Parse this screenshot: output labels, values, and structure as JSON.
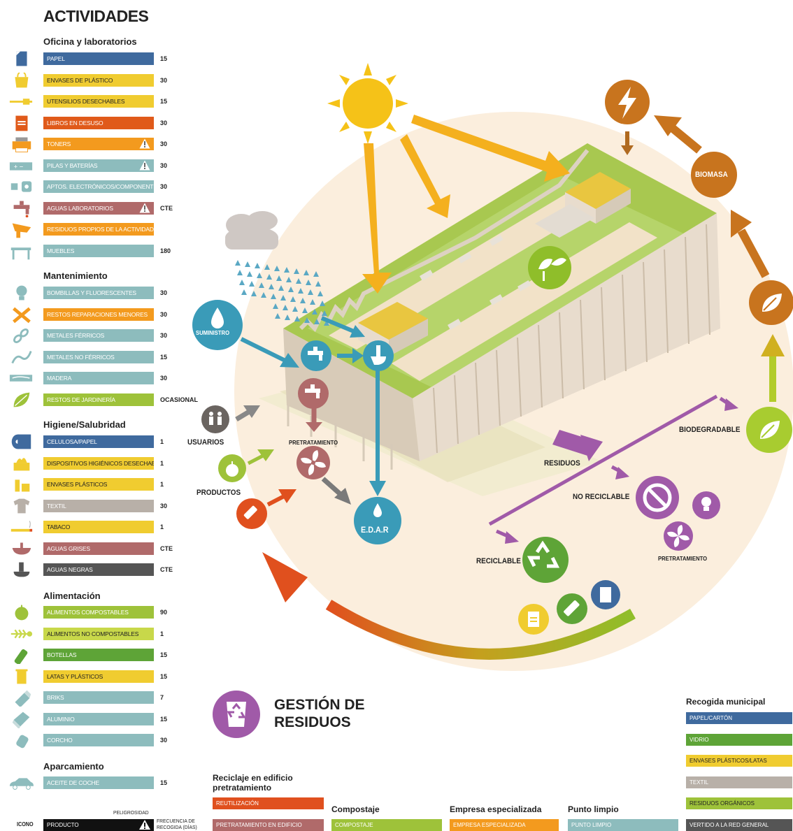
{
  "title": "ACTIVIDADES",
  "sections": [
    {
      "title": "Oficina y laboratorios",
      "items": [
        {
          "icon": "paper-icon",
          "label": "PAPEL",
          "color": "#3f6a9e",
          "value": "15",
          "warn": false
        },
        {
          "icon": "plastic-bag-icon",
          "label": "ENVASES DE PLÁSTICO",
          "color": "#f0cc30",
          "value": "30",
          "warn": false,
          "dark": true
        },
        {
          "icon": "utensils-icon",
          "label": "UTENSILIOS DESECHABLES",
          "color": "#f0cc30",
          "value": "15",
          "warn": false,
          "dark": true
        },
        {
          "icon": "book-icon",
          "label": "LIBROS EN DESUSO",
          "color": "#e05a1a",
          "value": "30",
          "warn": false
        },
        {
          "icon": "printer-icon",
          "label": "TONERS",
          "color": "#f39a1e",
          "value": "30",
          "warn": true
        },
        {
          "icon": "battery-icon",
          "label": "PILAS Y BATERÍAS",
          "color": "#8dbcbd",
          "value": "30",
          "warn": true
        },
        {
          "icon": "plug-icon",
          "label": "APTOS. ELECTRÓNICOS/COMPONENTES",
          "color": "#8dbcbd",
          "value": "30",
          "warn": false
        },
        {
          "icon": "faucet-icon",
          "label": "AGUAS LABORATORIOS",
          "color": "#b06a6a",
          "value": "CTE",
          "warn": true
        },
        {
          "icon": "funnel-icon",
          "label": "RESIDUOS PROPIOS DE LA ACTIVIDAD",
          "color": "#f39a1e",
          "value": "",
          "warn": false
        },
        {
          "icon": "table-icon",
          "label": "MUEBLES",
          "color": "#8dbcbd",
          "value": "180",
          "warn": false
        }
      ]
    },
    {
      "title": "Mantenimiento",
      "items": [
        {
          "icon": "bulb-icon",
          "label": "BOMBILLAS Y FLUORESCENTES",
          "color": "#8dbcbd",
          "value": "30",
          "warn": false
        },
        {
          "icon": "tools-icon",
          "label": "RESTOS REPARACIONES MENORES",
          "color": "#f39a1e",
          "value": "30",
          "warn": false
        },
        {
          "icon": "chain-icon",
          "label": "METALES FÉRRICOS",
          "color": "#8dbcbd",
          "value": "30",
          "warn": false
        },
        {
          "icon": "wire-icon",
          "label": "METALES NO FÉRRICOS",
          "color": "#8dbcbd",
          "value": "15",
          "warn": false
        },
        {
          "icon": "wood-icon",
          "label": "MADERA",
          "color": "#8dbcbd",
          "value": "30",
          "warn": false
        },
        {
          "icon": "leaf-icon",
          "label": "RESTOS DE JARDINERÍA",
          "color": "#9ec23a",
          "value": "OCASIONAL",
          "warn": false
        }
      ]
    },
    {
      "title": "Higiene/Salubridad",
      "items": [
        {
          "icon": "toilet-paper-icon",
          "label": "CELULOSA/PAPEL",
          "color": "#3f6a9e",
          "value": "1",
          "warn": false
        },
        {
          "icon": "tissue-icon",
          "label": "DISPOSITIVOS HIGIÉNICOS DESECHABLES",
          "color": "#f0cc30",
          "value": "1",
          "warn": false,
          "dark": true
        },
        {
          "icon": "bottle-cup-icon",
          "label": "ENVASES PLÁSTICOS",
          "color": "#f0cc30",
          "value": "1",
          "warn": false,
          "dark": true
        },
        {
          "icon": "shirt-icon",
          "label": "TEXTIL",
          "color": "#b8b0a8",
          "value": "30",
          "warn": false
        },
        {
          "icon": "cigarette-icon",
          "label": "TABACO",
          "color": "#f0cc30",
          "value": "1",
          "warn": false,
          "dark": true
        },
        {
          "icon": "sink-icon",
          "label": "AGUAS GRISES",
          "color": "#b06a6a",
          "value": "CTE",
          "warn": false
        },
        {
          "icon": "toilet-icon",
          "label": "AGUAS NEGRAS",
          "color": "#555555",
          "value": "CTE",
          "warn": false
        }
      ]
    },
    {
      "title": "Alimentación",
      "items": [
        {
          "icon": "apple-icon",
          "label": "ALIMENTOS COMPOSTABLES",
          "color": "#9ec23a",
          "value": "90",
          "warn": false
        },
        {
          "icon": "fishbone-icon",
          "label": "ALIMENTOS NO COMPOSTABLES",
          "color": "#c8d84a",
          "value": "1",
          "warn": false,
          "dark": true
        },
        {
          "icon": "wine-bottle-icon",
          "label": "BOTELLAS",
          "color": "#5ea437",
          "value": "15",
          "warn": false
        },
        {
          "icon": "can-icon",
          "label": "LATAS Y PLÁSTICOS",
          "color": "#f0cc30",
          "value": "15",
          "warn": false,
          "dark": true
        },
        {
          "icon": "brik-icon",
          "label": "BRIKS",
          "color": "#8dbcbd",
          "value": "7",
          "warn": false
        },
        {
          "icon": "foil-icon",
          "label": "ALUMINIO",
          "color": "#8dbcbd",
          "value": "15",
          "warn": false
        },
        {
          "icon": "cork-icon",
          "label": "CORCHO",
          "color": "#8dbcbd",
          "value": "30",
          "warn": false
        }
      ]
    },
    {
      "title": "Aparcamiento",
      "items": [
        {
          "icon": "car-icon",
          "label": "ACEITE DE COCHE",
          "color": "#8dbcbd",
          "value": "15",
          "warn": false
        }
      ]
    }
  ],
  "key": {
    "icon_label": "ICONO",
    "product_label": "PRODUCTO",
    "danger_label": "PELIGROSIDAD",
    "frequency_label": "FRECUENCIA DE RECOGIDA (DÍAS)"
  },
  "diagram": {
    "suministro": "SUMINISTRO",
    "usuarios": "USUARIOS",
    "productos": "PRODUCTOS",
    "pretratamiento": "PRETRATAMIENTO",
    "edar": "E.D.A.R",
    "residuos": "RESIDUOS",
    "biodegradable": "BIODEGRADABLE",
    "no_reciclable": "NO RECICLABLE",
    "reciclable": "RECICLABLE",
    "pretratamiento2": "PRETRATAMIENTO",
    "biomasa": "BIOMASA"
  },
  "gestion": {
    "line1": "GESTIÓN DE",
    "line2": "RESIDUOS"
  },
  "legend": {
    "reciclaje_title_1": "Reciclaje en edificio",
    "reciclaje_title_2": "pretratamiento",
    "reutilizacion": "REUTILIZACIÓN",
    "pretratamiento_edificio": "PRETRATAMIENTO EN EDIFICIO",
    "compostaje_title": "Compostaje",
    "compostaje": "COMPOSTAJE",
    "empresa_title": "Empresa especializada",
    "empresa": "EMPRESA ESPECIALIZADA",
    "punto_title": "Punto limpio",
    "punto": "PUNTO LIMPIO",
    "municipal_title": "Recogida municipal",
    "municipal_items": [
      {
        "label": "PAPEL/CARTÓN",
        "color": "#3f6a9e"
      },
      {
        "label": "VIDRIO",
        "color": "#5ea437"
      },
      {
        "label": "ENVASES PLÁSTICOS/LATAS",
        "color": "#f0cc30",
        "dark": true
      },
      {
        "label": "TEXTIL",
        "color": "#b8b0a8"
      },
      {
        "label": "RESIDUOS ORGÁNICOS",
        "color": "#9ec23a",
        "dark": true
      },
      {
        "label": "VERTIDO A LA RED GENERAL",
        "color": "#555555"
      }
    ]
  },
  "colors": {
    "sun": "#f5c218",
    "sun_arrow": "#f4b01e",
    "water": "#3a9bb8",
    "purple": "#a05aa8",
    "brown": "#c8741e",
    "green": "#9ec23a",
    "orange_red": "#e0501e",
    "halo": "#fbeedd"
  }
}
